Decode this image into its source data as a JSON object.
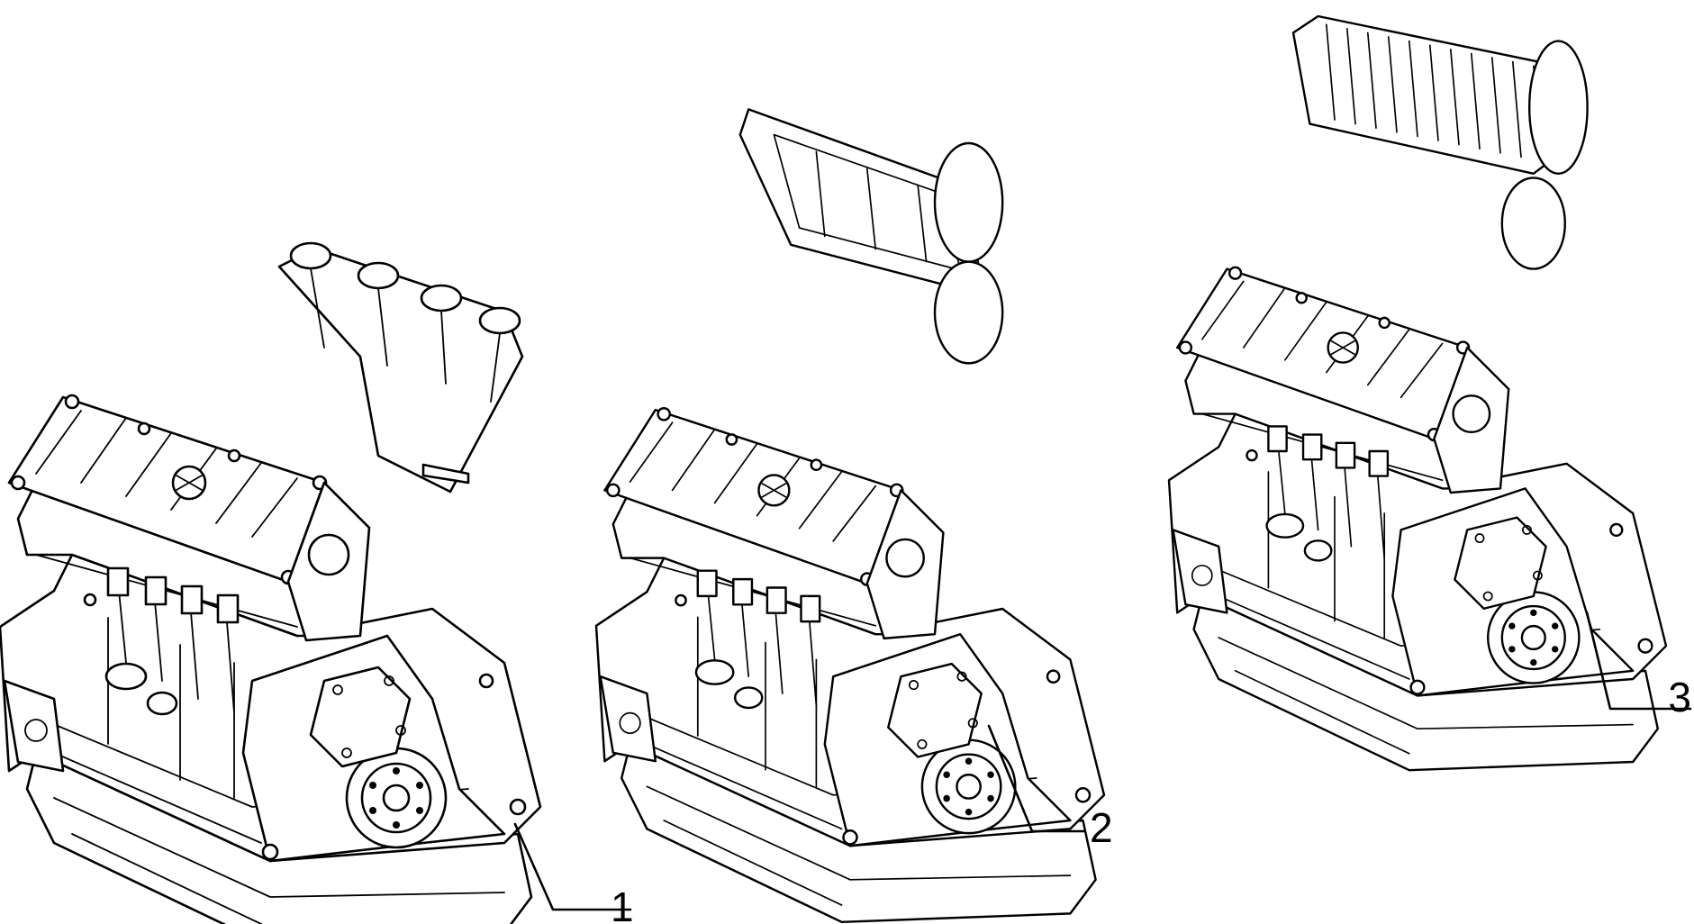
{
  "diagram": {
    "stroke_color": "#000000",
    "background_color": "#ffffff",
    "engines": [
      {
        "id": "engine-1",
        "callout": "1",
        "variant": "without air box"
      },
      {
        "id": "engine-2",
        "callout": "2",
        "variant": "open air box"
      },
      {
        "id": "engine-3",
        "callout": "3",
        "variant": "finned air box"
      }
    ]
  }
}
